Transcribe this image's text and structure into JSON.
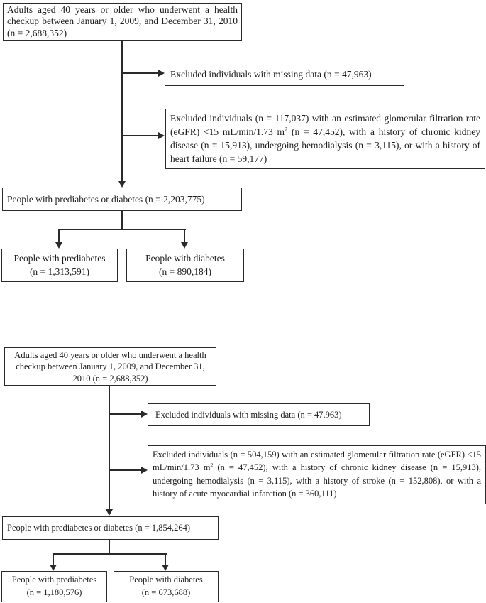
{
  "colors": {
    "ink": "#2a2a2a",
    "background": "#ffffff"
  },
  "charts": [
    {
      "id": "cohort-1",
      "source": "Adults aged 40 years or older who underwent a health checkup between January 1, 2009, and December 31, 2010 (n = 2,688,352)",
      "excluded_missing": "Excluded individuals with missing data (n = 47,963)",
      "excluded_criteria_part1": "Excluded individuals (n = 117,037) with an estimated glomerular filtration rate (eGFR) <15 mL/min/1.73 m",
      "excluded_criteria_sup": "2",
      "excluded_criteria_part2": " (n = 47,452), with a history of chronic kidney disease (n = 15,913), undergoing hemodialysis (n = 3,115), or with a history of heart failure (n = 59,177)",
      "combined": "People with prediabetes or diabetes (n = 2,203,775)",
      "prediabetes_line1": "People with prediabetes",
      "prediabetes_line2": "(n = 1,313,591)",
      "diabetes_line1": "People with diabetes",
      "diabetes_line2": "(n = 890,184)"
    },
    {
      "id": "cohort-2",
      "source": "Adults aged 40 years or older who underwent a health checkup between January 1, 2009, and December 31, 2010 (n = 2,688,352)",
      "excluded_missing": "Excluded individuals with missing data (n = 47,963)",
      "excluded_criteria_part1": "Excluded individuals (n = 504,159) with an estimated glomerular filtration rate (eGFR) <15 mL/min/1.73 m",
      "excluded_criteria_sup": "2",
      "excluded_criteria_part2": " (n = 47,452), with a history of chronic kidney disease (n = 15,913), undergoing hemodialysis (n = 3,115), with a history of stroke (n = 152,808), or with a history of acute myocardial infarction (n = 360,111)",
      "combined": "People with prediabetes or diabetes (n = 1,854,264)",
      "prediabetes_line1": "People with prediabetes",
      "prediabetes_line2": "(n = 1,180,576)",
      "diabetes_line1": "People with diabetes",
      "diabetes_line2": "(n = 673,688)"
    }
  ]
}
